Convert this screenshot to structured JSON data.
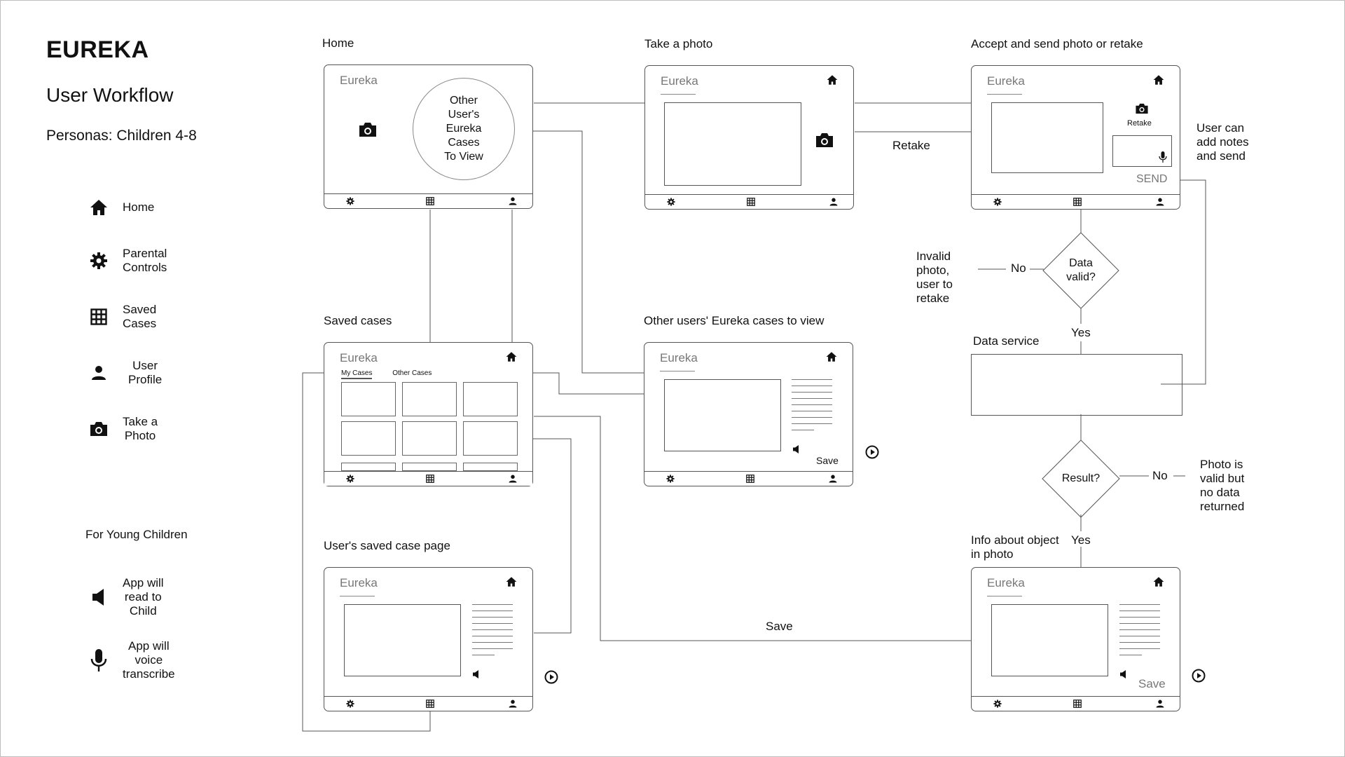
{
  "header": {
    "title": "EUREKA",
    "subtitle": "User Workflow",
    "persona": "Personas: Children 4-8"
  },
  "legend": [
    {
      "icon": "home-icon",
      "label": "Home"
    },
    {
      "icon": "gear-icon",
      "label": "Parental\nControls"
    },
    {
      "icon": "grid-icon",
      "label": "Saved\nCases"
    },
    {
      "icon": "person-icon",
      "label": "User\nProfile"
    },
    {
      "icon": "camera-icon",
      "label": "Take a\nPhoto"
    }
  ],
  "young_children": {
    "heading": "For Young Children",
    "items": [
      {
        "icon": "speaker-icon",
        "label": "App will\nread to\nChild"
      },
      {
        "icon": "microphone-icon",
        "label": "App will\nvoice\ntranscribe"
      }
    ]
  },
  "app_name": "Eureka",
  "screens": {
    "home": {
      "title": "Home",
      "circle_text": "Other\nUser's\nEureka\nCases\nTo View"
    },
    "take_photo": {
      "title": "Take a photo"
    },
    "accept": {
      "title": "Accept and send photo or retake",
      "retake_label": "Retake",
      "send_label": "SEND"
    },
    "saved_cases": {
      "title": "Saved cases",
      "tab_my": "My Cases",
      "tab_other": "Other Cases"
    },
    "other_users": {
      "title": "Other users' Eureka cases to view",
      "save_label": "Save"
    },
    "saved_case_page": {
      "title": "User's saved case page"
    },
    "info": {
      "title": "Info about object\nin photo",
      "save_label": "Save"
    }
  },
  "flow": {
    "retake": "Retake",
    "add_notes": "User can\nadd notes\nand send",
    "decision_valid": "Data\nvalid?",
    "invalid_note": "Invalid\nphoto,\nuser to\nretake",
    "no_1": "No",
    "yes_1": "Yes",
    "data_service": "Data service",
    "decision_result": "Result?",
    "no_2": "No",
    "no_result_note": "Photo is\nvalid but\nno data\nreturned",
    "yes_2": "Yes",
    "save": "Save"
  },
  "colors": {
    "line": "#555555",
    "text": "#111111",
    "muted": "#777777"
  }
}
